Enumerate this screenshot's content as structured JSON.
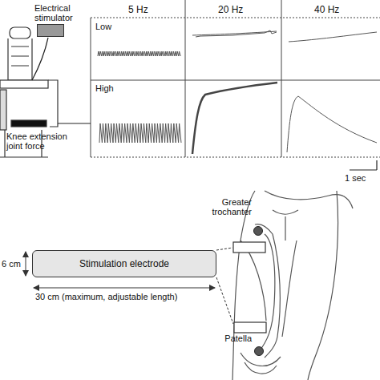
{
  "diagram": {
    "nodes": [
      {
        "text": [
          "Electrical stimulator"
        ]
      },
      {
        "text": [
          "Stimulation electrode"
        ]
      }
    ],
    "labels": [
      "5 Hz",
      "20 Hz",
      "40 Hz",
      "Low",
      "High",
      "Knee extension joint force",
      "1 sec",
      "Greater trochanter",
      "Patella",
      "6 cm",
      "30 cm (maximum, adjustable length)"
    ]
  }
}
